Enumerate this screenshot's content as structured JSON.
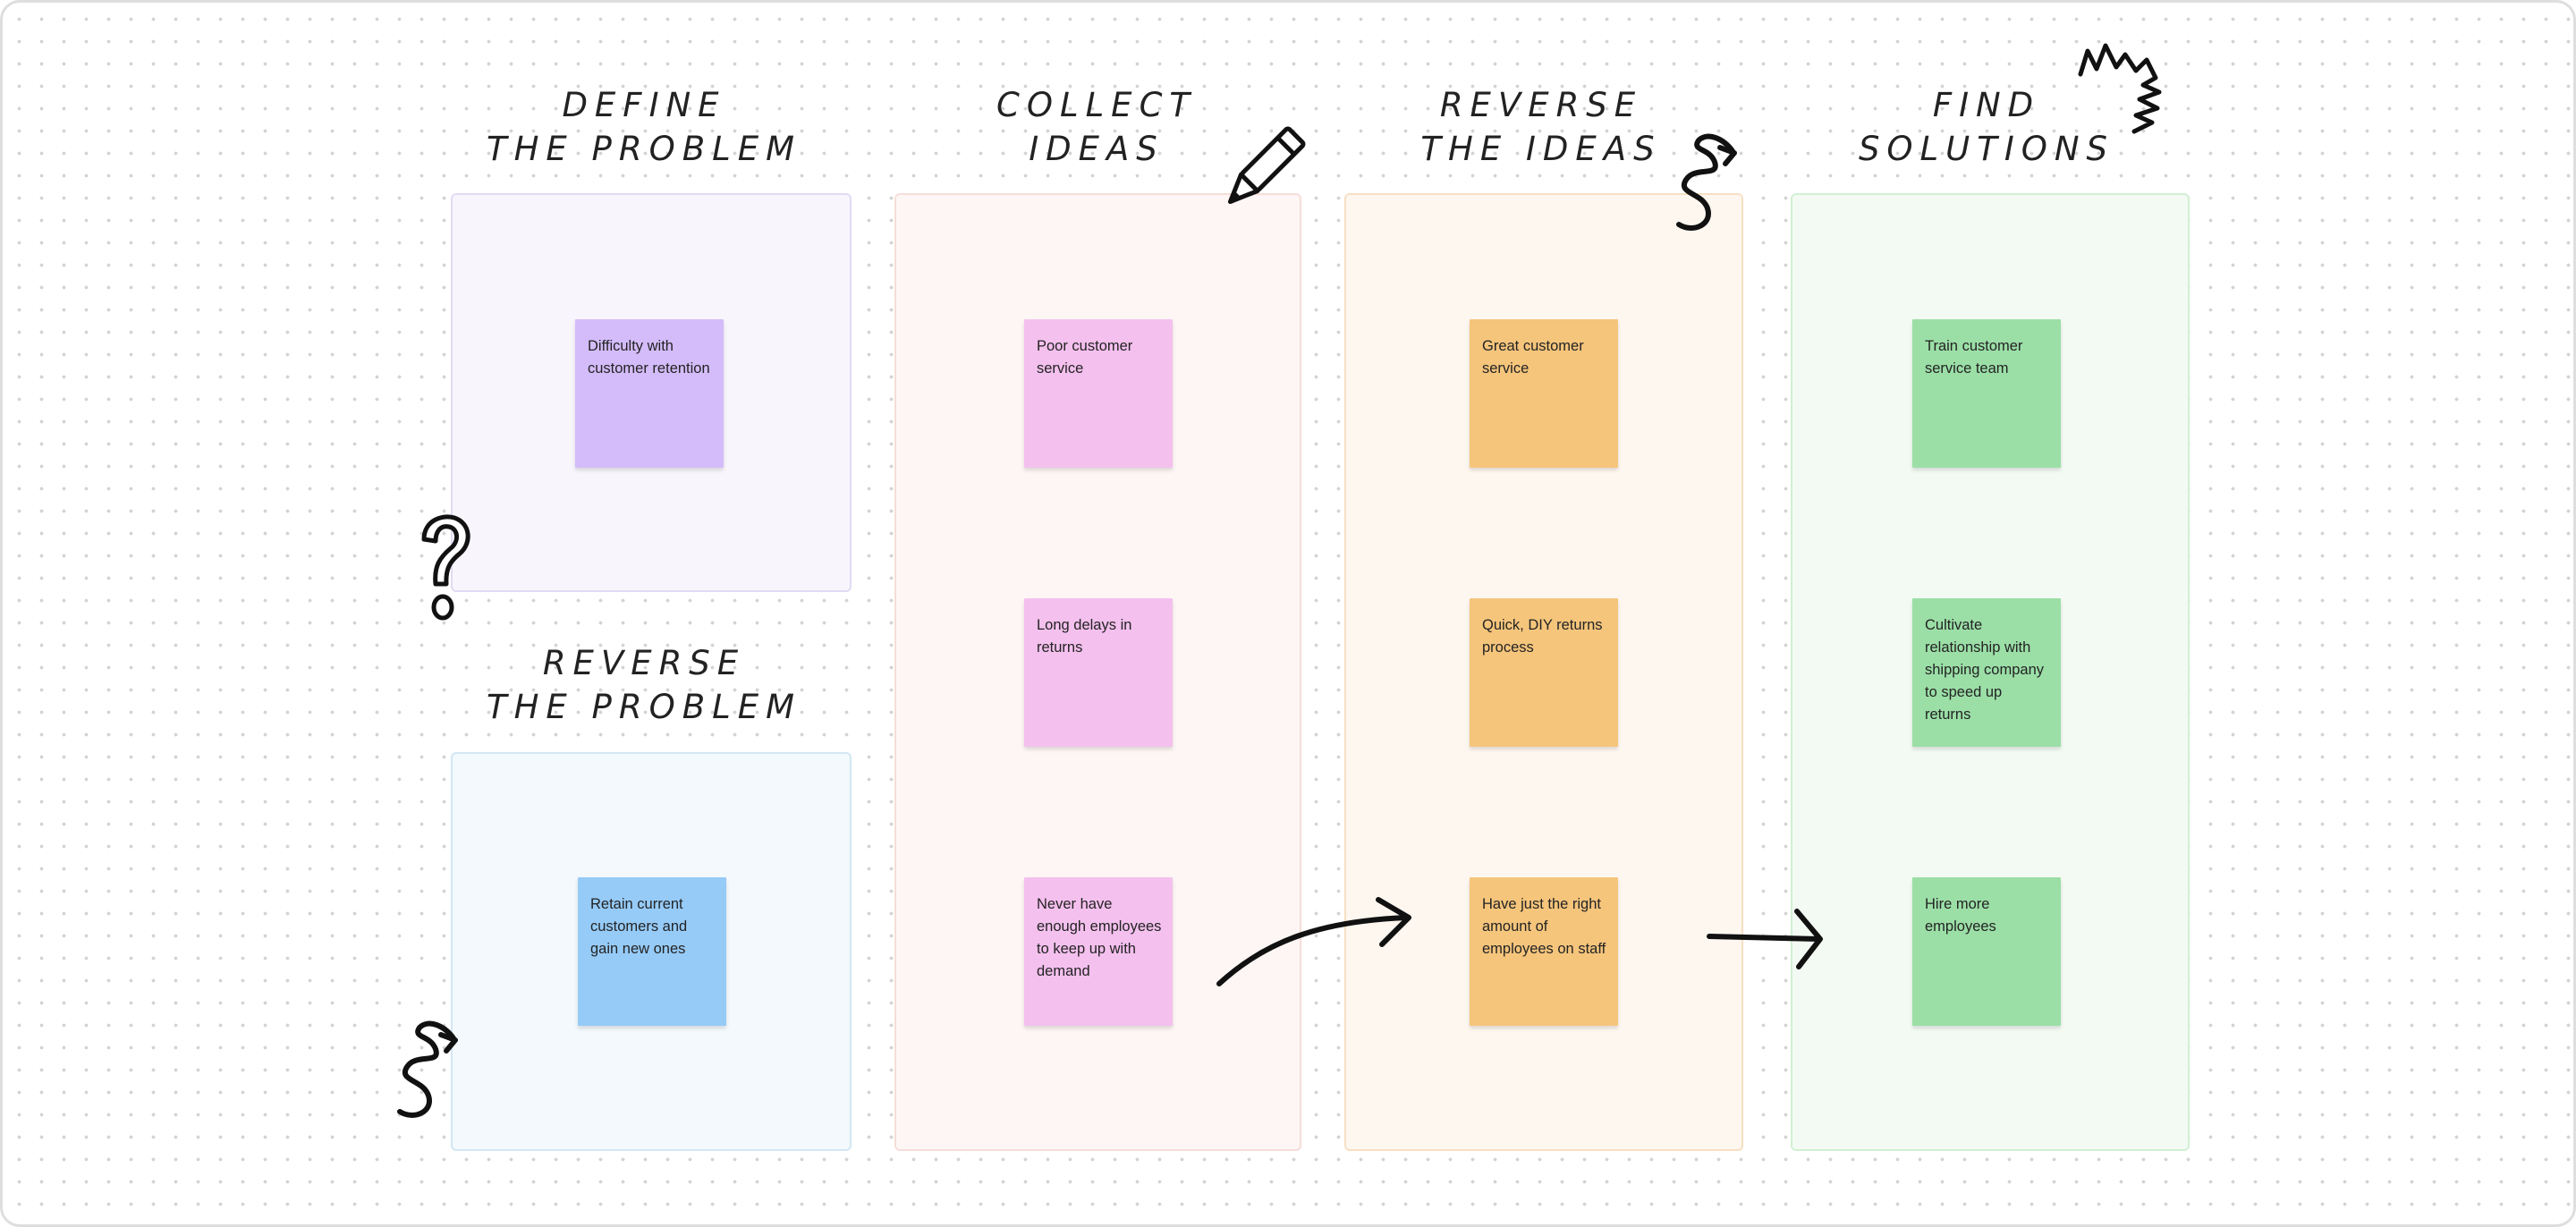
{
  "colors": {
    "purple_area_bg": "#f8f5fc",
    "purple_area_border": "#e1dbf4",
    "purple_note": "#d4bcfa",
    "blue_area_bg": "#f3f9fc",
    "blue_area_border": "#d2e7f4",
    "blue_note": "#96cbf8",
    "pink_area_bg": "#fdf6f4",
    "pink_area_border": "#f6ddd8",
    "pink_note": "#f4c0ee",
    "orange_area_bg": "#fef7f0",
    "orange_area_border": "#f7dfc2",
    "orange_note": "#f5c57c",
    "green_area_bg": "#f3faf3",
    "green_area_border": "#d2efd5",
    "green_note": "#9bdfa7"
  },
  "sections": {
    "define": {
      "line1": "DEFINE",
      "line2": "THE PROBLEM"
    },
    "reverse_problem": {
      "line1": "REVERSE",
      "line2": "THE PROBLEM"
    },
    "collect": {
      "line1": "COLLECT",
      "line2": "IDEAS"
    },
    "reverse_ideas": {
      "line1": "REVERSE",
      "line2": "THE IDEAS"
    },
    "find": {
      "line1": "FIND",
      "line2": "SOLUTIONS"
    }
  },
  "notes": {
    "define": {
      "text": "Difficulty with customer retention"
    },
    "reverse_problem": {
      "text": "Retain current customers and gain new ones"
    },
    "collect": [
      {
        "text": "Poor customer service"
      },
      {
        "text": "Long delays in returns"
      },
      {
        "text": "Never have enough employees to keep up with demand"
      }
    ],
    "reverse_ideas": [
      {
        "text": "Great customer service"
      },
      {
        "text": "Quick, DIY returns process"
      },
      {
        "text": "Have just the right amount of employees on staff"
      }
    ],
    "solutions": [
      {
        "text": "Train customer service team"
      },
      {
        "text": "Cultivate relationship with shipping company to speed up returns"
      },
      {
        "text": "Hire more employees"
      }
    ]
  },
  "icons": [
    "question-mark-icon",
    "pencil-icon",
    "squiggle-arrow-icon",
    "zigzag-icon",
    "curved-arrow-icon",
    "straight-arrow-icon"
  ]
}
